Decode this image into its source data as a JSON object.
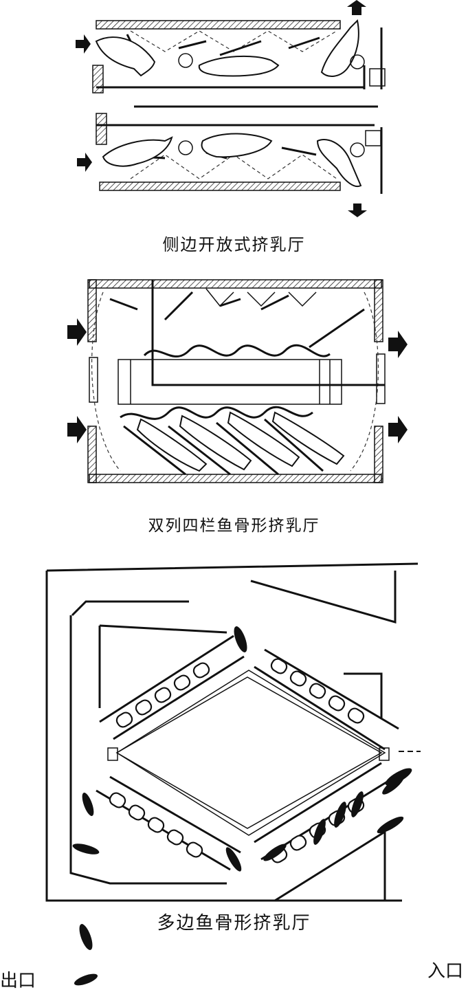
{
  "panels": [
    {
      "caption": "侧边开放式挤乳厅"
    },
    {
      "caption": "双列四栏鱼骨形挤乳厅"
    },
    {
      "caption": "多边鱼骨形挤乳厅"
    }
  ],
  "labels": {
    "exit": "出口",
    "entrance": "入口"
  }
}
